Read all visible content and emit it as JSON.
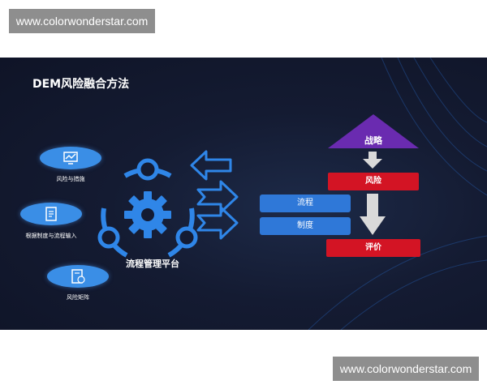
{
  "watermarks": {
    "top": "www.colorwonderstar.com",
    "bottom": "www.colorwonderstar.com"
  },
  "slide": {
    "title": "DEM风险融合方法",
    "left_items": [
      {
        "label": "风险与措施",
        "icon": "chart-monitor-icon"
      },
      {
        "label": "根据制度与流程输入",
        "icon": "document-list-icon"
      },
      {
        "label": "风险矩阵",
        "icon": "document-star-icon"
      }
    ],
    "platform_label": "流程管理平台",
    "blue_items": [
      "流程",
      "制度"
    ],
    "hierarchy": {
      "top": "战略",
      "middle": "风险",
      "bottom": "评价"
    },
    "colors": {
      "background": "#141b32",
      "blue": "#2f78d8",
      "red": "#d31424",
      "purple": "#6a2bb0",
      "gray_arrow": "#d9d9d9"
    }
  }
}
